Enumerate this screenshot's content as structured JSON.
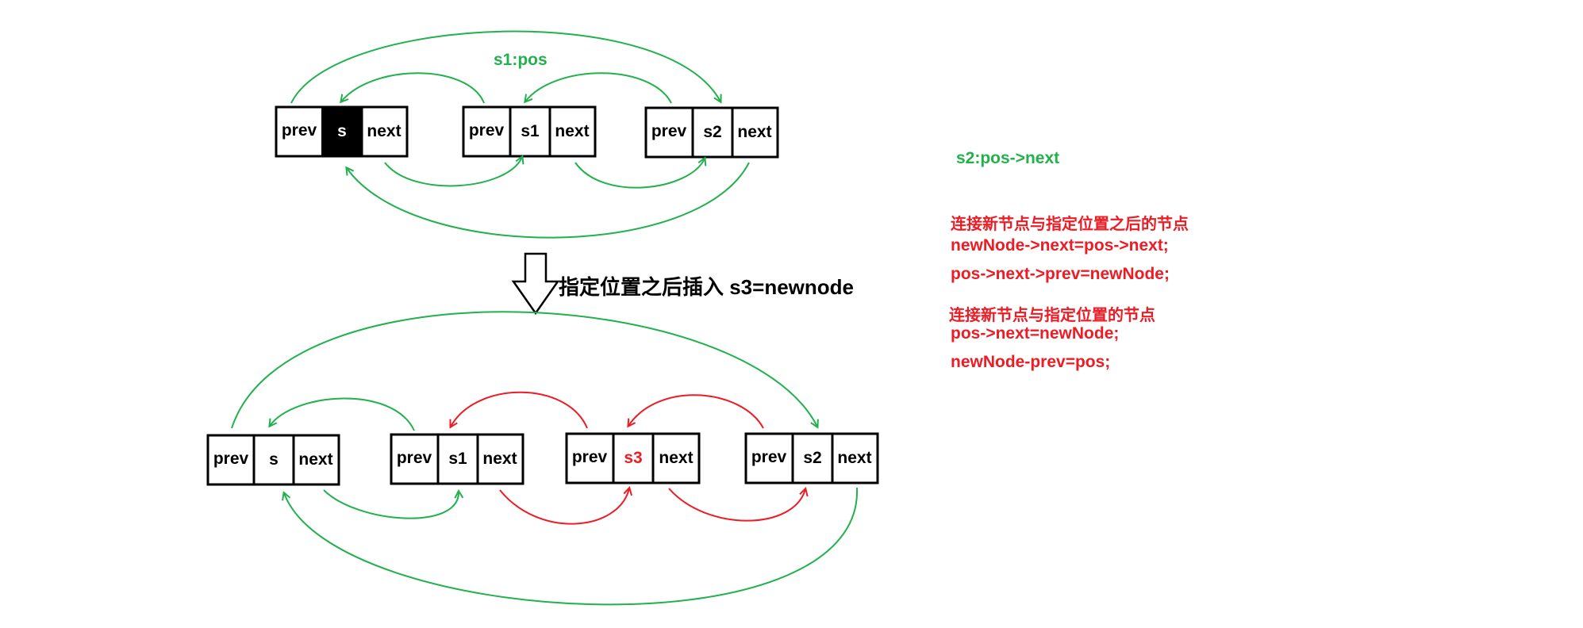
{
  "colors": {
    "green": "#22b14c",
    "red": "#ed1c24",
    "black": "#000000"
  },
  "top_list": {
    "pos_label": "s1:pos",
    "nodes": [
      {
        "prev": "prev",
        "val": "s",
        "next": "next",
        "style": "highlighted"
      },
      {
        "prev": "prev",
        "val": "s1",
        "next": "next",
        "style": "normal"
      },
      {
        "prev": "prev",
        "val": "s2",
        "next": "next",
        "style": "normal"
      }
    ]
  },
  "transition": {
    "label": "指定位置之后插入 s3=newnode"
  },
  "bottom_list": {
    "nodes": [
      {
        "prev": "prev",
        "val": "s",
        "next": "next",
        "style": "normal"
      },
      {
        "prev": "prev",
        "val": "s1",
        "next": "next",
        "style": "normal"
      },
      {
        "prev": "prev",
        "val": "s3",
        "next": "next",
        "style": "new"
      },
      {
        "prev": "prev",
        "val": "s2",
        "next": "next",
        "style": "normal"
      }
    ]
  },
  "notes": {
    "s2_label": "s2:pos->next",
    "step1_title": "连接新节点与指定位置之后的节点",
    "step1_line1": "newNode->next=pos->next;",
    "step1_line2": "pos->next->prev=newNode;",
    "step2_title": "连接新节点与指定位置的节点",
    "step2_line1": "pos->next=newNode;",
    "step2_line2": "newNode-prev=pos;"
  }
}
